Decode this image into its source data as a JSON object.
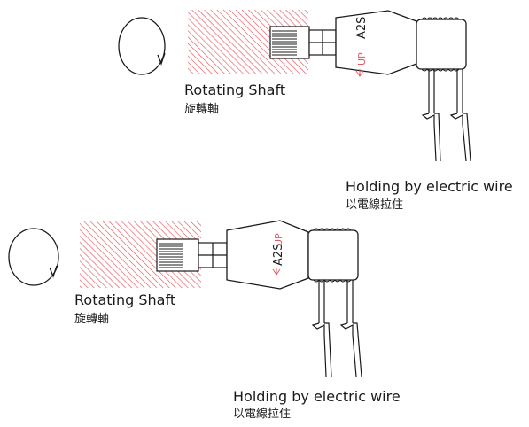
{
  "colors": {
    "hatch": "#e5585e",
    "line": "#1a1a1a",
    "up_arrow": "#e5585e"
  },
  "assemblies": [
    {
      "shaft_label": "Rotating Shaft",
      "shaft_label_zh": "旋轉軸",
      "connector_model": "A2S",
      "up_label": "UP",
      "wire_label": "Holding by electric wire",
      "wire_label_zh": "以電線拉住",
      "rotation_icon": "clockwise-arrow-icon"
    },
    {
      "shaft_label": "Rotating Shaft",
      "shaft_label_zh": "旋轉軸",
      "connector_model": "A2S",
      "up_label": "UP",
      "wire_label": "Holding by electric wire",
      "wire_label_zh": "以電線拉住",
      "rotation_icon": "clockwise-arrow-icon"
    }
  ]
}
